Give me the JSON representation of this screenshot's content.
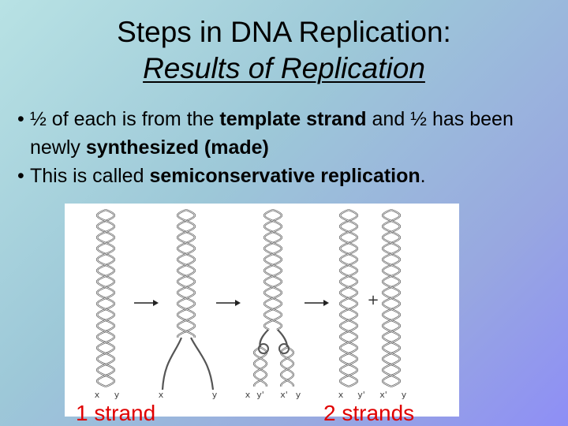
{
  "title": {
    "line1": "Steps in DNA Replication:",
    "line2": "Results of Replication"
  },
  "bullets": [
    {
      "parts": [
        {
          "text": "½ of each is from the ",
          "bold": false
        },
        {
          "text": "template strand",
          "bold": true
        },
        {
          "text": " and ½ has been newly ",
          "bold": false
        },
        {
          "text": "synthesized (made)",
          "bold": true
        }
      ]
    },
    {
      "parts": [
        {
          "text": "This is called ",
          "bold": false
        },
        {
          "text": "semiconservative replication",
          "bold": true
        },
        {
          "text": ".",
          "bold": false
        }
      ]
    }
  ],
  "figure": {
    "plus_sign": "+",
    "strand_letters": {
      "s1": [
        "x",
        "y"
      ],
      "s2": [
        "x",
        "y"
      ],
      "s3": [
        "x",
        "y'",
        "x'",
        "y"
      ],
      "s4": [
        "x",
        "y'",
        "x'",
        "y"
      ]
    }
  },
  "labels": {
    "left": "1 strand",
    "right": "2 strands"
  },
  "colors": {
    "label": "#e00000"
  }
}
